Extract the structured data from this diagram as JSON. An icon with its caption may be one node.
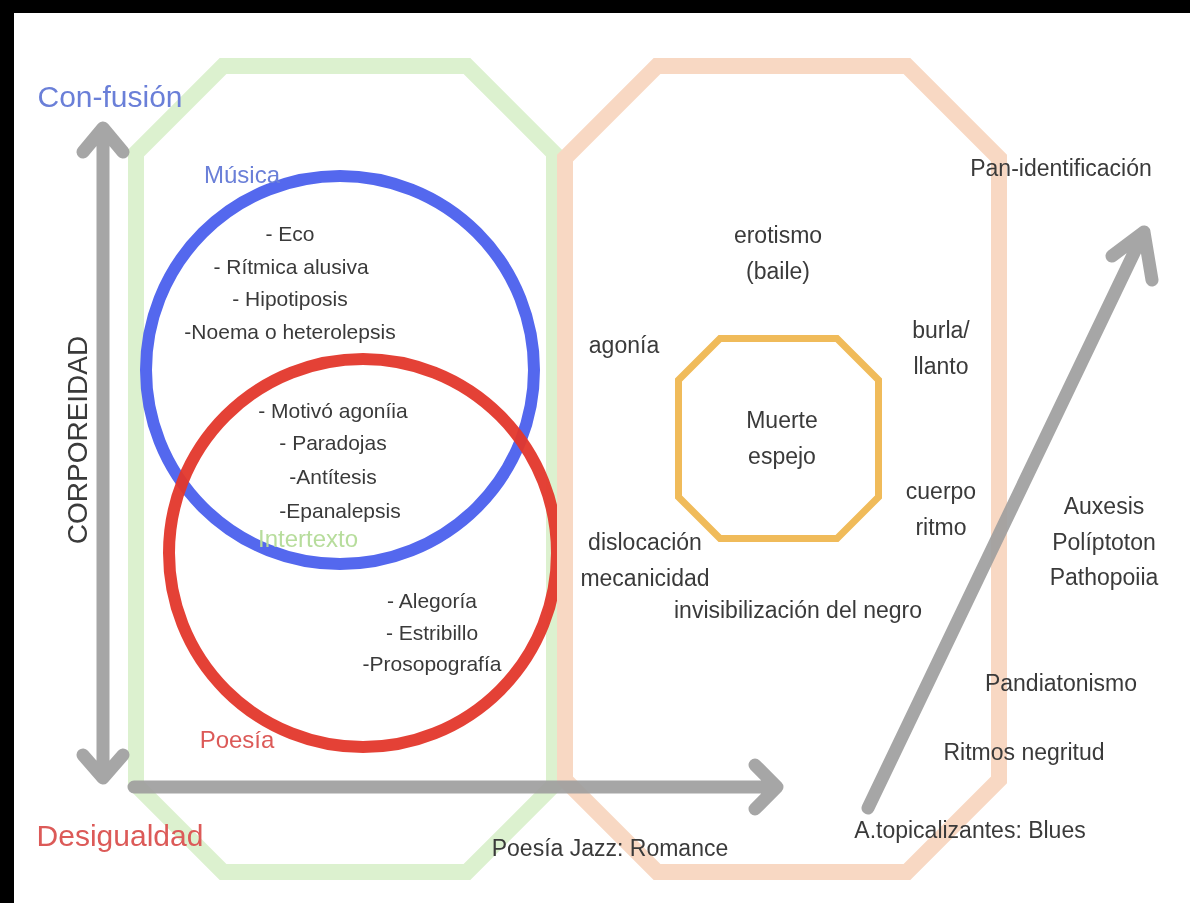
{
  "diagram": {
    "nodes": [
      {
        "text": [],
        "shape": "octagon"
      },
      {
        "text": [
          "Música",
          "- Eco",
          "- Rítmica alusiva",
          "- Hipotiposis",
          "-Noema o heterolepsis"
        ],
        "in": 0
      },
      {
        "text": [
          "Poesía",
          "- Alegoría",
          "- Estribillo",
          "-Prosopografía"
        ],
        "in": 0
      },
      {
        "text": [
          "erotismo (baile)",
          "agonía",
          "burla/ llanto",
          "cuerpo ritmo",
          "dislocación mecanicidad",
          "invisibilización del negro"
        ]
      },
      {
        "text": [
          "Muerte espejo"
        ],
        "in": 3
      }
    ],
    "edges": [],
    "labels": [
      "Con-fusión",
      "CORPOREIDAD",
      "- Motivó agoníia",
      "- Paradojas",
      "-Antítesis",
      "-Epanalepsis",
      "Intertexto",
      "Pan-identificación",
      "Auxesis Políptoton Pathopoiia",
      "Pandiatonismo",
      "Ritmos negritud",
      "Desigualdad",
      "Poesía Jazz: Romance",
      "A.topicalizantes: Blues"
    ]
  }
}
